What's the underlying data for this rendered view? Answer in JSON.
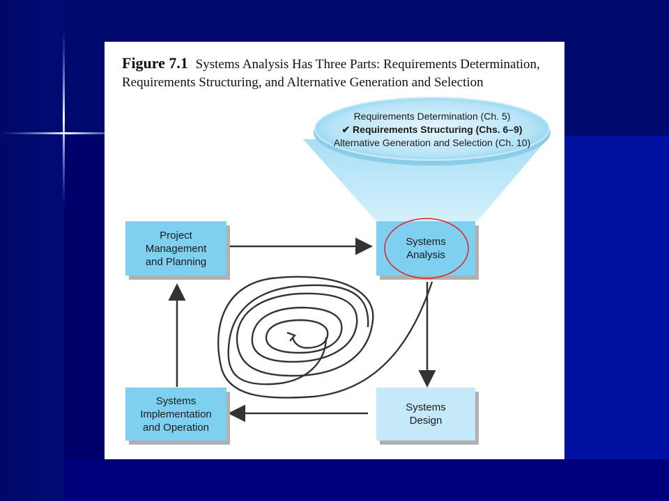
{
  "caption": {
    "label": "Figure 7.1",
    "text": "Systems Analysis Has Three Parts: Requirements Determination, Requirements Structuring, and Alternative Generation and Selection"
  },
  "callout": {
    "line1": "Requirements Determination (Ch. 5)",
    "line2": "✔ Requirements Structuring (Chs. 6–9)",
    "line3": "Alternative Generation and Selection (Ch. 10)"
  },
  "boxes": {
    "project_management": [
      "Project",
      "Management",
      "and Planning"
    ],
    "systems_analysis": [
      "Systems",
      "Analysis"
    ],
    "systems_design": [
      "Systems",
      "Design"
    ],
    "systems_implementation": [
      "Systems",
      "Implementation",
      "and Operation"
    ]
  },
  "colors": {
    "box_dark": "#7fd0f0",
    "box_light": "#c5e9f8",
    "highlight_circle": "#e02020",
    "background": "#000a74"
  }
}
